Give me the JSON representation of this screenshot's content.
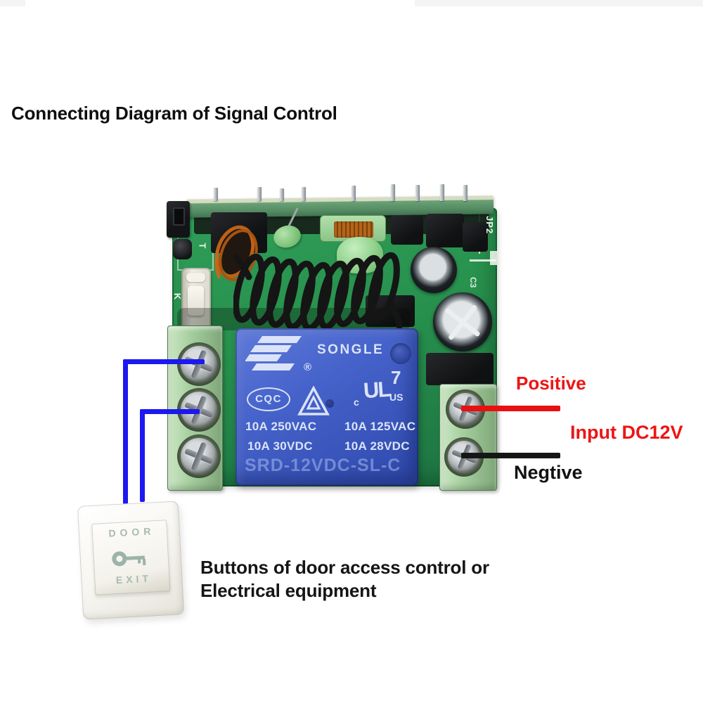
{
  "title": "Connecting Diagram of Signal Control",
  "caption": {
    "line1": "Buttons of door access control or",
    "line2": "Electrical equipment"
  },
  "annotations": {
    "positive": "Positive",
    "input_supply": "Input DC12V",
    "negative": "Negtive"
  },
  "exit_button": {
    "top_label": "DOOR",
    "bottom_label": "EXIT"
  },
  "pcb": {
    "silkscreen": {
      "jp2": "JP2",
      "t": "T",
      "k": "K",
      "c3": "C3"
    }
  },
  "relay": {
    "brand": "SONGLE",
    "registered_mark": "®",
    "cqc_mark": "CQC",
    "ul_c_prefix": "c",
    "ul_mark": "UL",
    "ul_file_number": "7",
    "ul_us_suffix": "US",
    "ratings": [
      [
        "10A 250VAC",
        "10A 125VAC"
      ],
      [
        "10A 30VDC",
        "10A 28VDC"
      ]
    ],
    "model": "SRD-12VDC-SL-C"
  },
  "colors": {
    "label_red": "#ee1414",
    "wire_blue": "#1c18f0",
    "wire_red": "#e81010",
    "wire_black": "#161616",
    "pcb_green": "#27904d",
    "terminal_green": "#a6cf9f",
    "relay_blue": "#4663cb"
  }
}
